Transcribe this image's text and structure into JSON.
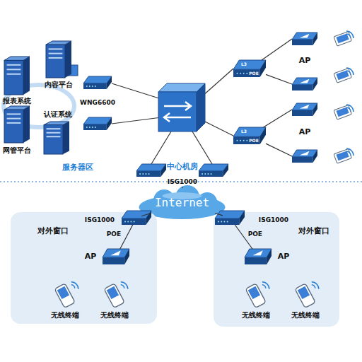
{
  "diagram": {
    "nodes": [
      {
        "text": [
          "内容平台"
        ]
      },
      {
        "text": [
          "报表系统"
        ]
      },
      {
        "text": [
          "认证系统"
        ]
      },
      {
        "text": [
          "网管平台"
        ]
      },
      {
        "text": [
          "WNG6600"
        ]
      },
      {
        "text": [
          "L3",
          "POE"
        ]
      },
      {
        "text": [
          "AP"
        ]
      },
      {
        "text": [
          "L3",
          "POE"
        ]
      },
      {
        "text": [
          "AP"
        ]
      },
      {
        "text": [
          "中心机房",
          "ISG1000"
        ]
      },
      {
        "text": [
          "Internet"
        ]
      },
      {
        "text": [
          "对外窗口"
        ]
      },
      {
        "text": [
          "ISG1000"
        ],
        "in": 11
      },
      {
        "text": [
          "AP"
        ],
        "in": 11
      },
      {
        "text": [
          "无线终端"
        ],
        "in": 11
      },
      {
        "text": [
          "无线终端"
        ],
        "in": 11
      },
      {
        "text": [
          "对外窗口"
        ]
      },
      {
        "text": [
          "ISG1000"
        ],
        "in": 16
      },
      {
        "text": [
          "AP"
        ],
        "in": 16
      },
      {
        "text": [
          "无线终端"
        ],
        "in": 16
      },
      {
        "text": [
          "无线终端"
        ],
        "in": 16
      }
    ],
    "edges": [
      {
        "from": 5,
        "to": 6,
        "arrow": "none"
      },
      {
        "from": 7,
        "to": 8,
        "arrow": "none"
      },
      {
        "from": 9,
        "to": 10,
        "arrow": "none"
      },
      {
        "from": 10,
        "to": 12,
        "arrow": "none"
      },
      {
        "from": 10,
        "to": 17,
        "arrow": "none"
      },
      {
        "from": 12,
        "to": 13,
        "label": "POE",
        "arrow": "none"
      },
      {
        "from": 17,
        "to": 18,
        "label": "POE",
        "arrow": "none"
      }
    ],
    "labels": [
      "服务器区"
    ]
  }
}
